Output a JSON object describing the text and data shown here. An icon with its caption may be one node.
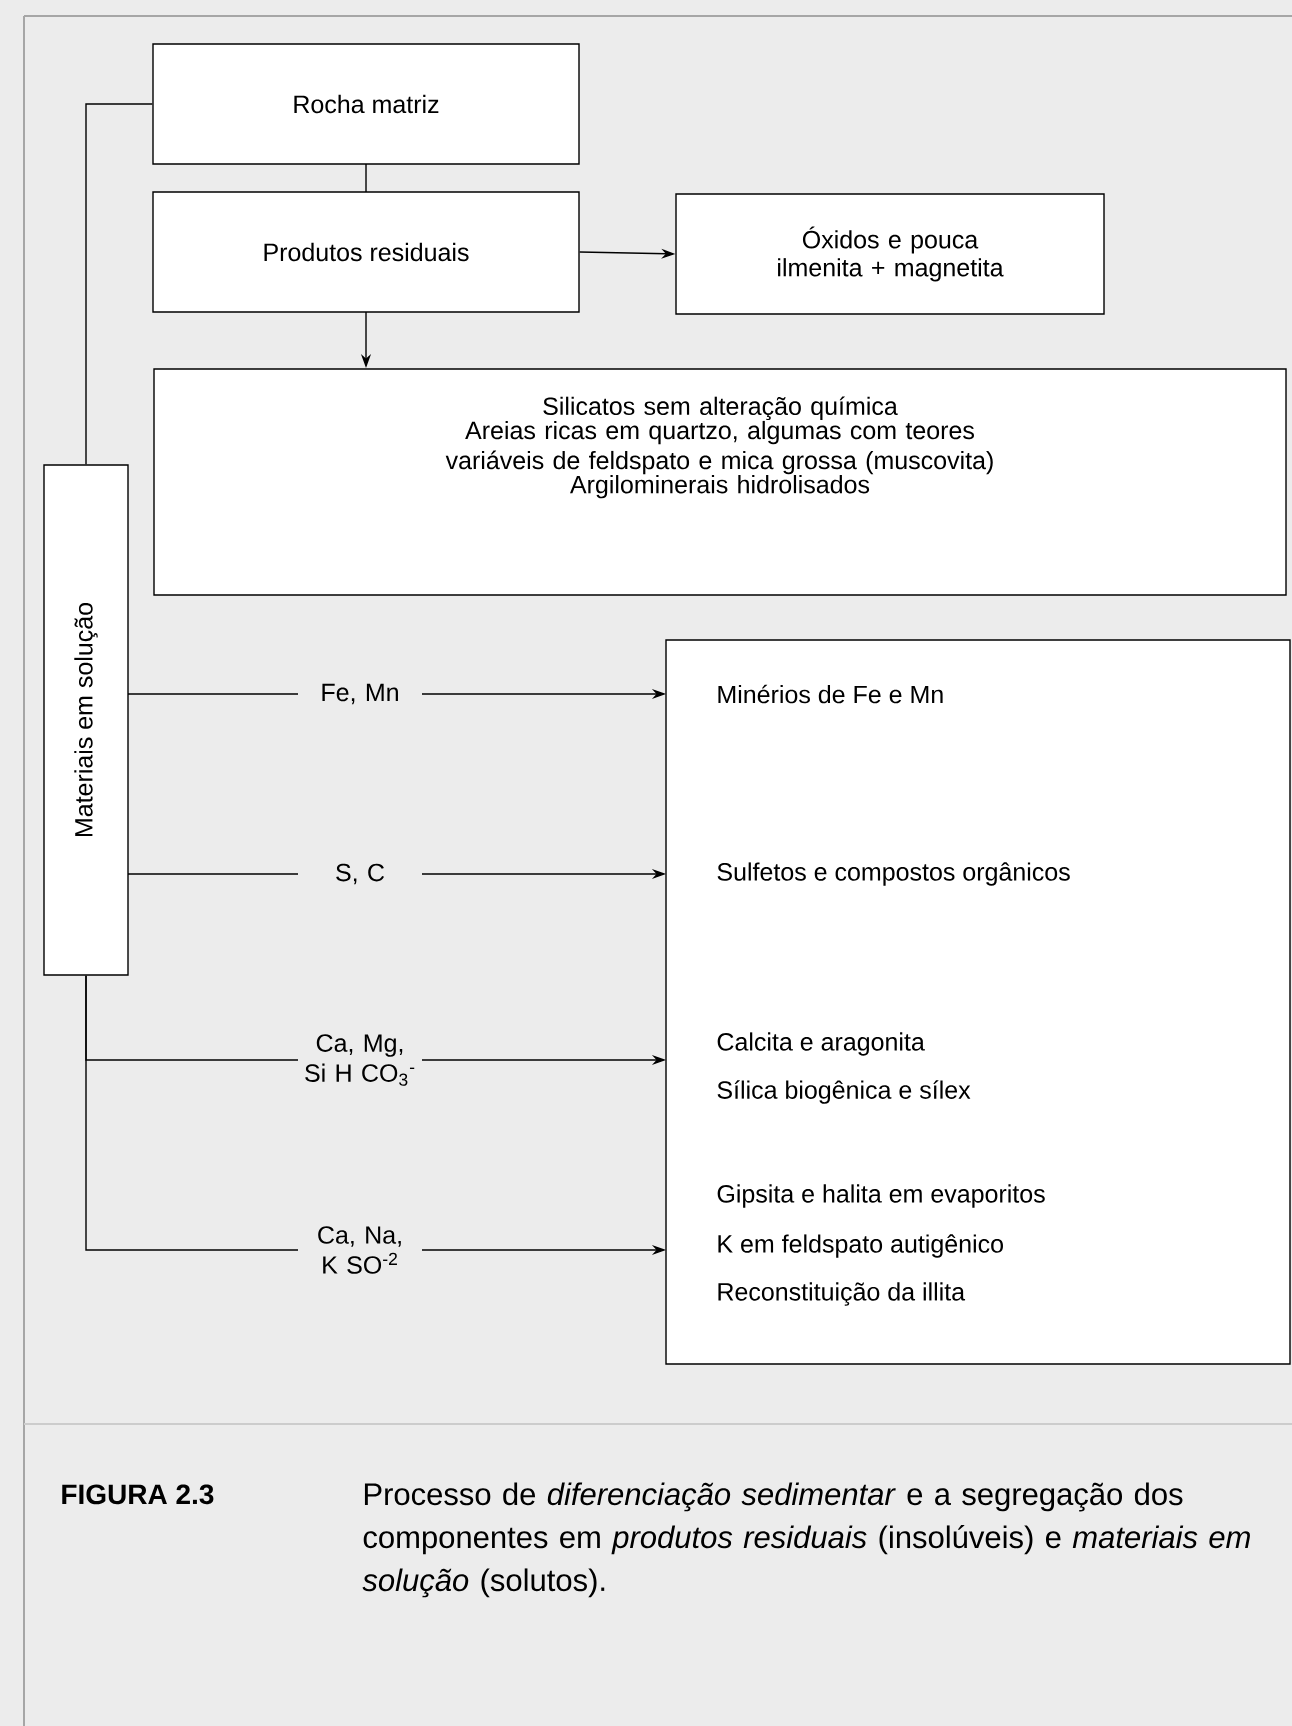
{
  "diagram": {
    "caption": "Processo de *diferenciação sedimentar* e a segregação dos componentes em *produtos residuais* (insolúveis) e *materiais em solução* (solutos).",
    "nodes": [
      {
        "text": [
          "Rocha matriz"
        ]
      },
      {
        "text": [
          "Produtos residuais"
        ]
      },
      {
        "text": [
          "Óxidos e pouca ilmenita + magnetita"
        ]
      },
      {
        "text": [
          "Silicatos sem alteração química",
          "Areias ricas em quartzo, algumas com teores variáveis de feldspato e mica grossa (muscovita)",
          "Argilominerais hidrolisados"
        ]
      },
      {
        "text": [
          "Materiais em solução"
        ]
      },
      {
        "text": [
          "Minérios de Fe e Mn",
          "Sulfetos e compostos orgânicos",
          "Calcita e aragonita",
          "Sílica biogênica e sílex",
          "Gipsita e halita em evaporitos",
          "K em feldspato autigênico",
          "Reconstituição da illita"
        ]
      }
    ],
    "edges": [
      {
        "from": 0,
        "to": 4,
        "arrow": "none"
      },
      {
        "from": 0,
        "to": 1,
        "arrow": "none"
      },
      {
        "from": 1,
        "to": 2,
        "arrow": "to"
      },
      {
        "from": 1,
        "to": 3,
        "arrow": "to"
      },
      {
        "from": 4,
        "to": 5,
        "arrow": "to",
        "label": "Fe, Mn"
      },
      {
        "from": 4,
        "to": 5,
        "arrow": "to",
        "label": "S, C"
      },
      {
        "from": 4,
        "to": 5,
        "arrow": "to",
        "label": "Ca, Mg, Si H CO$_{3}$$^{-}$"
      },
      {
        "from": 4,
        "to": 5,
        "arrow": "to",
        "label": "Ca, Na, K SO$^{-2}$"
      }
    ],
    "labels": [
      "FIGURA 2.3"
    ]
  }
}
